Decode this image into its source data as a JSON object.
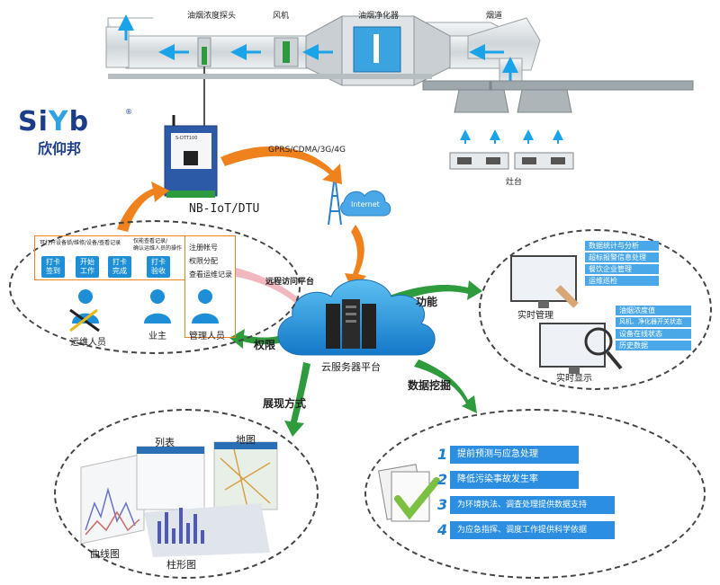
{
  "top_labels": {
    "sensor": "油烟浓度探头",
    "fan": "风机",
    "purifier": "油烟净化器",
    "chimney": "烟道",
    "stove": "灶台"
  },
  "logo": {
    "brand_text": "欣仰邦"
  },
  "device": {
    "label": "NB-IoT/DTU",
    "screen_text": "S-DTT100"
  },
  "network": {
    "protocols": "GPRS/CDMA/3G/4G",
    "internet": "Internet"
  },
  "left_panel": {
    "desc1": "可打开设备锁/维修/设备/查看记录",
    "desc2": "仅能查看记录/\n确认运维人员的操作",
    "steps": [
      "打卡签到",
      "开始工作",
      "打卡完成",
      "打卡验收"
    ],
    "admin_items": [
      "注册帐号",
      "权限分配",
      "查看运维记录"
    ],
    "roles": [
      "运维人员",
      "业主",
      "管理人员"
    ]
  },
  "arrows": {
    "remote_access": "远程访问平台",
    "permission": "权限",
    "function": "功能",
    "display_mode": "展现方式",
    "data_mining": "数据挖掘"
  },
  "cloud": {
    "label": "云服务器平台"
  },
  "right_top": {
    "management_items": [
      "数据统计与分析",
      "超标报警信息处理",
      "餐饮企业管理",
      "运维巡检"
    ],
    "management_label": "实时管理",
    "display_items": [
      "油烟浓度值",
      "风机、净化器开关状态",
      "设备在线状态",
      "历史数据"
    ],
    "display_label": "实时显示"
  },
  "bottom_left": {
    "list_label": "列表",
    "map_label": "地图",
    "curve_label": "曲线图",
    "bar_label": "柱形图"
  },
  "bottom_right": {
    "items": [
      {
        "num": "1",
        "text": "提前预测与应急处理"
      },
      {
        "num": "2",
        "text": "降低污染事故发生率"
      },
      {
        "num": "3",
        "text": "为环境执法、调查处理提供数据支持"
      },
      {
        "num": "4",
        "text": "为应急指挥、调度工作提供科学依据"
      }
    ]
  },
  "colors": {
    "duct": "#d8dde0",
    "flow_arrow": "#1aa3e8",
    "orange_arrow": "#f0821e",
    "green_arrow": "#2e9b3c",
    "pink_arrow": "#f2b8c0",
    "blue_box": "#1e8fd6",
    "cloud": "#2a9de0"
  }
}
